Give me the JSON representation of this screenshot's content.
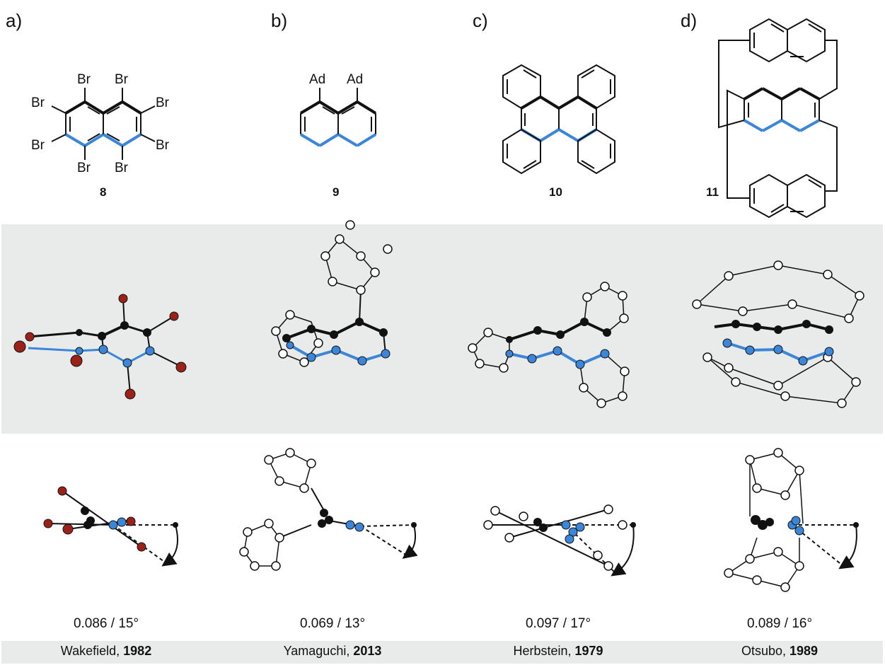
{
  "panels": [
    {
      "letter": "a)",
      "compound": "8",
      "metric": "0.086 / 15°",
      "author": "Wakefield, ",
      "year": "1982"
    },
    {
      "letter": "b)",
      "compound": "9",
      "metric": "0.069 / 13°",
      "author": "Yamaguchi, ",
      "year": "2013"
    },
    {
      "letter": "c)",
      "compound": "10",
      "metric": "0.097 / 17°",
      "author": "Herbstein, ",
      "year": "1979"
    },
    {
      "letter": "d)",
      "compound": "11",
      "metric": "0.089 / 16°",
      "author": "Otsubo, ",
      "year": "1989"
    }
  ],
  "labels": {
    "br": "Br",
    "ad": "Ad"
  },
  "colors": {
    "black_bond": "#111111",
    "blue_bond": "#3b86d8",
    "bromine": "#9b2218",
    "band": "#e9ebea"
  }
}
